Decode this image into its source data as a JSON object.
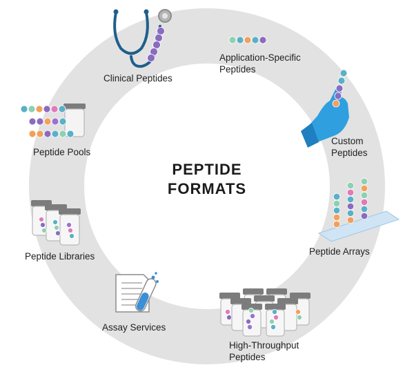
{
  "center_title": {
    "line1": "PEPTIDE",
    "line2": "FORMATS"
  },
  "colors": {
    "ring": "#e2e2e2",
    "bead_green": "#8fd0b0",
    "bead_teal": "#5ab0c8",
    "bead_orange": "#f2a05c",
    "bead_purple": "#8b6bc0",
    "bead_violet": "#9b72d0",
    "bead_pink": "#e07ab8",
    "glove": "#2f9fe0",
    "stethoscope": "#1f5f8b",
    "tube_blue": "#3a8fd8",
    "jar_lid": "#7c7c7c"
  },
  "items": [
    {
      "id": "clinical",
      "label": "Clinical Peptides",
      "icon": "stethoscope-icon"
    },
    {
      "id": "application",
      "label_line1": "Application-Specific",
      "label_line2": "Peptides",
      "icon": "bead-chain-icon"
    },
    {
      "id": "custom",
      "label_line1": "Custom",
      "label_line2": "Peptides",
      "icon": "gloved-hand-icon"
    },
    {
      "id": "arrays",
      "label": "Peptide Arrays",
      "icon": "peptide-array-slide-icon"
    },
    {
      "id": "high_throughput",
      "label_line1": "High-Throughput",
      "label_line2": "Peptides",
      "icon": "jar-cluster-icon"
    },
    {
      "id": "assay",
      "label": "Assay Services",
      "icon": "report-test-tube-icon"
    },
    {
      "id": "libraries",
      "label": "Peptide Libraries",
      "icon": "jar-trio-icon"
    },
    {
      "id": "pools",
      "label": "Peptide Pools",
      "icon": "bead-rows-jar-icon"
    }
  ]
}
